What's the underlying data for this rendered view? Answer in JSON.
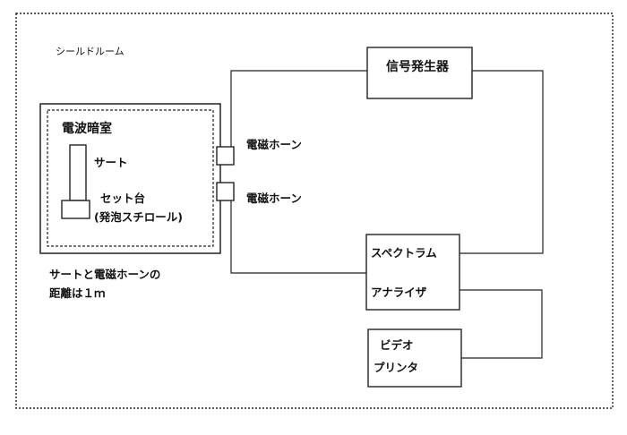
{
  "shield_room": {
    "label": "シールドルーム"
  },
  "anechoic_chamber": {
    "label": "電波暗室",
    "dut_label": "サート",
    "stand_label": "セット台",
    "stand_sub_label": "(発泡スチロール)"
  },
  "horns": [
    {
      "label": "電磁ホーン"
    },
    {
      "label": "電磁ホーン"
    }
  ],
  "signal_generator": {
    "label": "信号発生器"
  },
  "spectrum_analyzer": {
    "label_line1": "スペクトラム",
    "label_line2": "アナライザ"
  },
  "video_printer": {
    "label_line1": "ビデオ",
    "label_line2": "プリンタ"
  },
  "distance_note": {
    "line1": "サートと電磁ホーンの",
    "line2": "距離は１ｍ"
  },
  "colors": {
    "line": "#222222",
    "background": "#ffffff"
  }
}
